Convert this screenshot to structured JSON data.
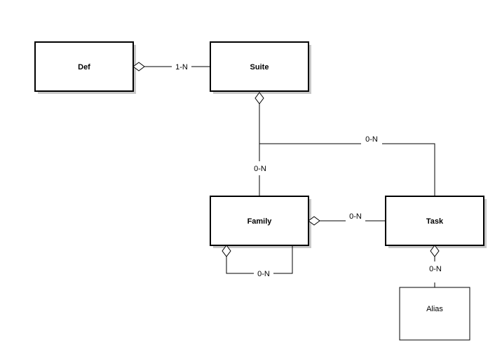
{
  "entities": {
    "def": "Def",
    "suite": "Suite",
    "family": "Family",
    "task": "Task",
    "alias": "Alias"
  },
  "relations": {
    "def_suite": "1-N",
    "suite_family": "0-N",
    "suite_task": "0-N",
    "family_task": "0-N",
    "family_family": "0-N",
    "task_alias": "0-N"
  }
}
